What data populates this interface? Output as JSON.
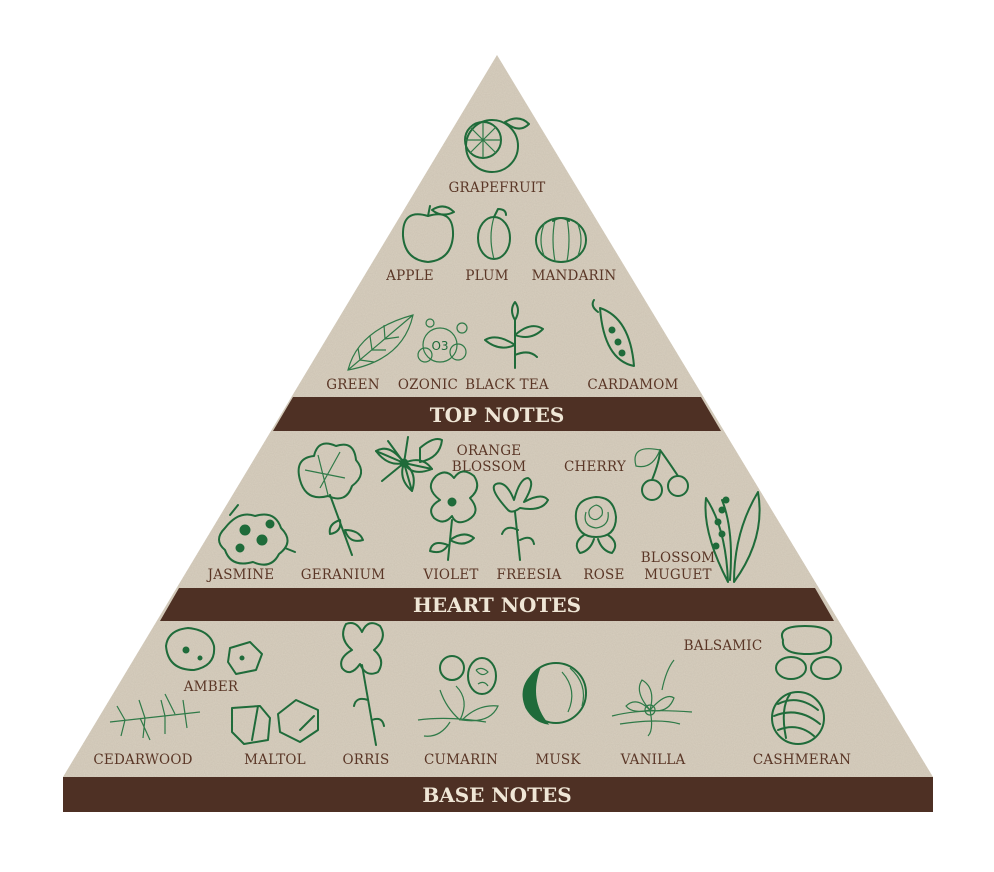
{
  "colors": {
    "band": "#4e3024",
    "paper": "#d8cfbf",
    "icon": "#1f6b3a",
    "text": "#5a3626",
    "band_text": "#efe6d6"
  },
  "tiers": {
    "top": {
      "title": "TOP NOTES",
      "notes": [
        {
          "label": "GRAPEFRUIT",
          "icon": "grapefruit-icon"
        },
        {
          "label": "APPLE",
          "icon": "apple-icon"
        },
        {
          "label": "PLUM",
          "icon": "plum-icon"
        },
        {
          "label": "MANDARIN",
          "icon": "mandarin-icon"
        },
        {
          "label": "GREEN",
          "icon": "leaf-icon"
        },
        {
          "label": "OZONIC",
          "icon": "ozone-bubbles-icon",
          "icon_text": "O3"
        },
        {
          "label": "BLACK TEA",
          "icon": "tea-sprig-icon"
        },
        {
          "label": "CARDAMOM",
          "icon": "cardamom-pod-icon"
        }
      ]
    },
    "heart": {
      "title": "HEART NOTES",
      "notes": [
        {
          "label": "ORANGE",
          "label2": "BLOSSOM",
          "icon": "orange-blossom-icon"
        },
        {
          "label": "CHERRY",
          "icon": "cherry-icon"
        },
        {
          "label": "JASMINE",
          "icon": "jasmine-icon"
        },
        {
          "label": "GERANIUM",
          "icon": "geranium-icon"
        },
        {
          "label": "VIOLET",
          "icon": "violet-icon"
        },
        {
          "label": "FREESIA",
          "icon": "freesia-icon"
        },
        {
          "label": "ROSE",
          "icon": "rose-icon"
        },
        {
          "label": "BLOSSOM",
          "label2": "MUGUET",
          "icon": "lily-of-the-valley-icon"
        }
      ]
    },
    "base": {
      "title": "BASE NOTES",
      "notes": [
        {
          "label": "BALSAMIC",
          "icon": "balsamic-resin-icon"
        },
        {
          "label": "AMBER",
          "icon": "amber-stones-icon"
        },
        {
          "label": "CEDARWOOD",
          "icon": "cedar-branch-icon"
        },
        {
          "label": "MALTOL",
          "icon": "maltol-crystals-icon"
        },
        {
          "label": "ORRIS",
          "icon": "iris-flower-icon"
        },
        {
          "label": "CUMARIN",
          "icon": "tonka-bean-icon"
        },
        {
          "label": "MUSK",
          "icon": "musk-pod-icon"
        },
        {
          "label": "VANILLA",
          "icon": "vanilla-flower-icon"
        },
        {
          "label": "CASHMERAN",
          "icon": "wool-ball-icon"
        }
      ]
    }
  }
}
